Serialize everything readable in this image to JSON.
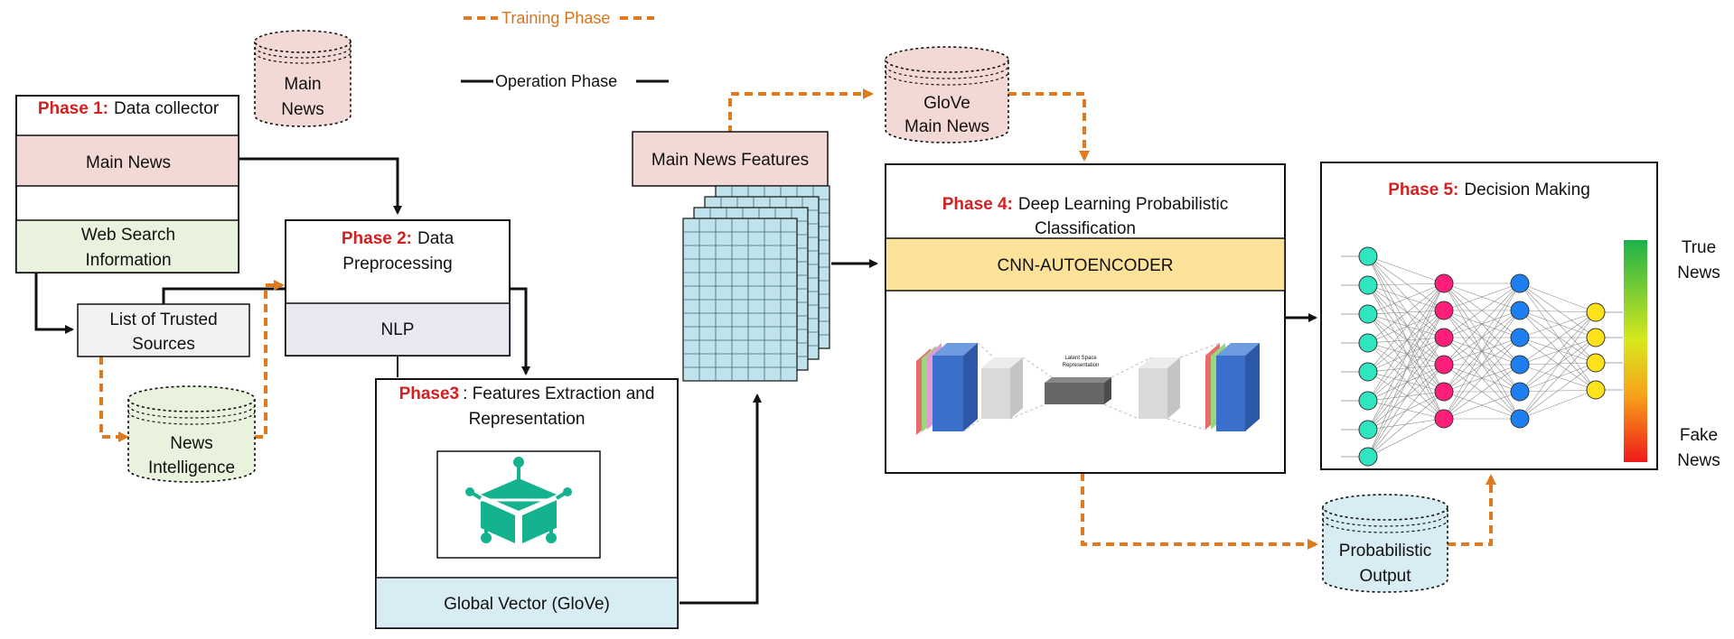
{
  "legend": {
    "training": "Training Phase",
    "operation": "Operation Phase"
  },
  "colors": {
    "phase_label": "#d42020",
    "training_arrow": "#e07a1f",
    "operation_arrow": "#111111",
    "pink_fill": "#f3d9d6",
    "green_fill": "#e8f2dc",
    "blue_fill": "#d8ecf3",
    "nlp_fill": "#e9e7f2",
    "cnn_fill": "#fde39a"
  },
  "databases": {
    "main_news": [
      "Main",
      "News"
    ],
    "news_intelligence": [
      "News",
      "Intelligence"
    ],
    "glove_main_news": [
      "GloVe",
      "Main News"
    ],
    "probabilistic_output": [
      "Probabilistic",
      "Output"
    ]
  },
  "phase1": {
    "label": "Phase 1:",
    "title": "Data collector",
    "main_news": "Main News",
    "web_search": [
      "Web Search",
      "Information"
    ]
  },
  "trusted_sources": [
    "List of Trusted",
    "Sources"
  ],
  "phase2": {
    "label": "Phase 2:",
    "title_line1": "Data",
    "title_line2": "Preprocessing",
    "nlp": "NLP"
  },
  "phase3": {
    "label": "Phase3",
    "title_line1": ": Features Extraction and",
    "title_line2": "Representation",
    "glove": "Global Vector (GloVe)",
    "icon": "glove-cube-icon"
  },
  "features": {
    "label": "Main News Features",
    "icon": "feature-matrix-icon"
  },
  "phase4": {
    "label": "Phase  4:",
    "title_line1": "Deep Learning Probabilistic",
    "title_line2": "Classification",
    "cnn": "CNN-AUTOENCODER",
    "latent_label": [
      "Latent Space",
      "Representation"
    ],
    "icon": "autoencoder-icon"
  },
  "phase5": {
    "label": "Phase 5:",
    "title": "Decision Making",
    "true_news": [
      "True",
      "News"
    ],
    "fake_news": [
      "Fake",
      "News"
    ],
    "icon": "neural-network-icon",
    "layer_colors": [
      "#2fe6c0",
      "#ff1f7a",
      "#1e7ff0",
      "#ffe21a"
    ]
  }
}
